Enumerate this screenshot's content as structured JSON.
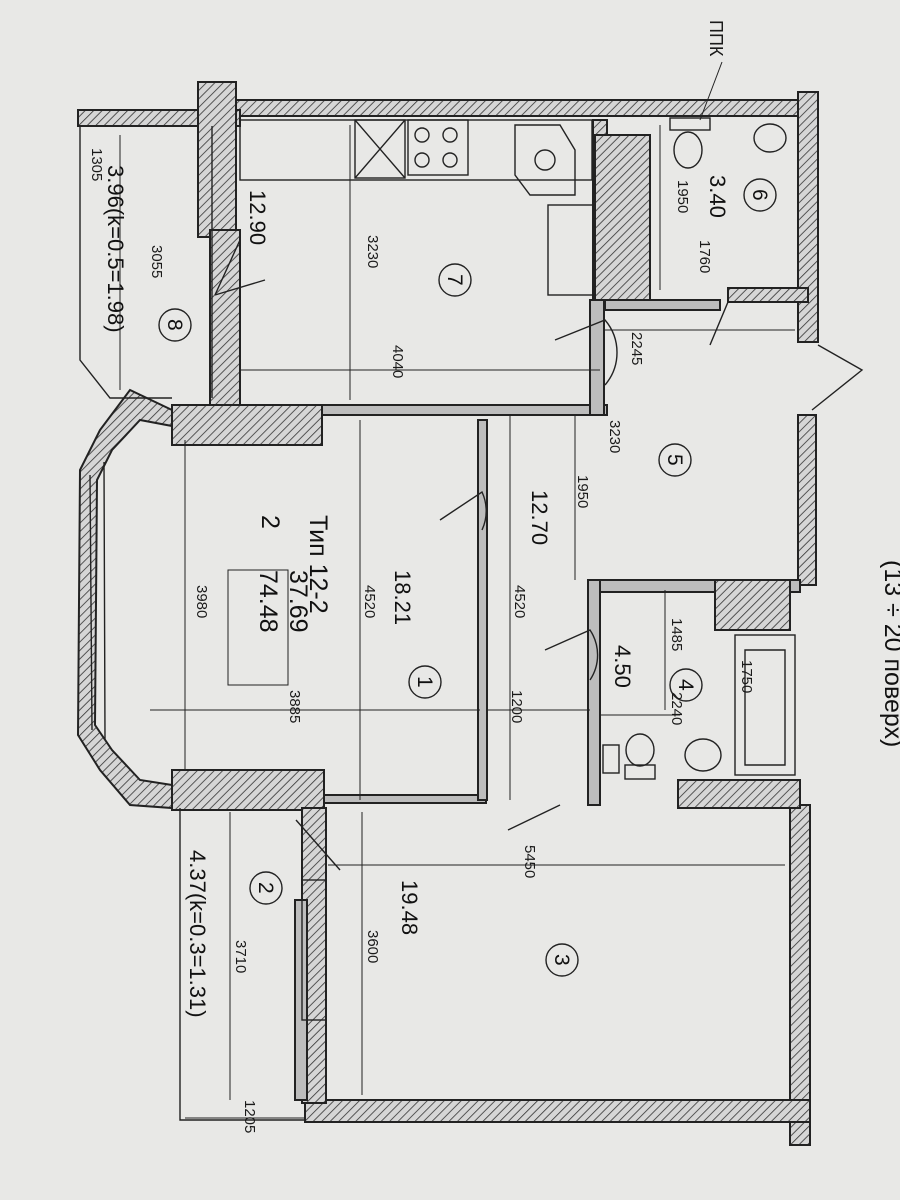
{
  "header": {
    "floors_note": "(13 ÷ 20 поверх)",
    "ppk_label": "ППК"
  },
  "apartment": {
    "type_label": "Тип 12-2",
    "rooms": "2",
    "living_area": "37.69",
    "total_area": "74.48"
  },
  "rooms": [
    {
      "number": "1",
      "area": "18.21"
    },
    {
      "number": "2",
      "area": "4.37(k=0.3=1.31)"
    },
    {
      "number": "3",
      "area": "19.48"
    },
    {
      "number": "4",
      "area": "4.50"
    },
    {
      "number": "5",
      "area": "12.70"
    },
    {
      "number": "6",
      "area": "3.40"
    },
    {
      "number": "7",
      "area": "12.90"
    },
    {
      "number": "8",
      "area": "3.96(k=0.5=1.98)"
    }
  ],
  "dimensions": {
    "d_1305": "1305",
    "d_3055": "3055",
    "d_3230_kitchen": "3230",
    "d_4040": "4040",
    "d_1950_bath": "1950",
    "d_1760": "1760",
    "d_2245": "2245",
    "d_3230_hall": "3230",
    "d_1950_hall": "1950",
    "d_4520_hall": "4520",
    "d_3980": "3980",
    "d_4520_room": "4520",
    "d_3885": "3885",
    "d_1200": "1200",
    "d_1485": "1485",
    "d_2240": "2240",
    "d_1750": "1750",
    "d_5450": "5450",
    "d_3600": "3600",
    "d_3710": "3710",
    "d_1205": "1205"
  }
}
